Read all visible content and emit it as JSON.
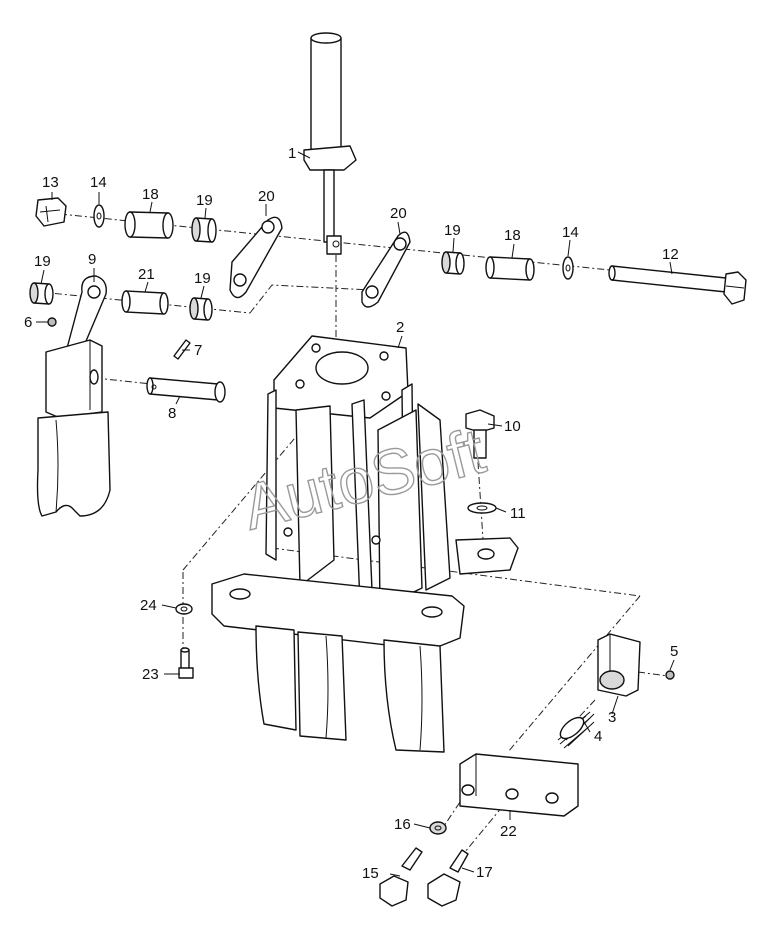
{
  "diagram": {
    "watermark": "AutoSoft",
    "callouts": [
      {
        "id": "c1",
        "text": "1"
      },
      {
        "id": "c2",
        "text": "2"
      },
      {
        "id": "c3",
        "text": "3"
      },
      {
        "id": "c4",
        "text": "4"
      },
      {
        "id": "c5",
        "text": "5"
      },
      {
        "id": "c6",
        "text": "6"
      },
      {
        "id": "c7",
        "text": "7"
      },
      {
        "id": "c8",
        "text": "8"
      },
      {
        "id": "c9",
        "text": "9"
      },
      {
        "id": "c10",
        "text": "10"
      },
      {
        "id": "c11",
        "text": "11"
      },
      {
        "id": "c12",
        "text": "12"
      },
      {
        "id": "c13",
        "text": "13"
      },
      {
        "id": "c14a",
        "text": "14"
      },
      {
        "id": "c14b",
        "text": "14"
      },
      {
        "id": "c15",
        "text": "15"
      },
      {
        "id": "c16",
        "text": "16"
      },
      {
        "id": "c17",
        "text": "17"
      },
      {
        "id": "c18a",
        "text": "18"
      },
      {
        "id": "c18b",
        "text": "18"
      },
      {
        "id": "c19a",
        "text": "19"
      },
      {
        "id": "c19b",
        "text": "19"
      },
      {
        "id": "c19c",
        "text": "19"
      },
      {
        "id": "c19d",
        "text": "19"
      },
      {
        "id": "c20a",
        "text": "20"
      },
      {
        "id": "c20b",
        "text": "20"
      },
      {
        "id": "c21",
        "text": "21"
      },
      {
        "id": "c22",
        "text": "22"
      },
      {
        "id": "c23",
        "text": "23"
      },
      {
        "id": "c24",
        "text": "24"
      }
    ]
  }
}
